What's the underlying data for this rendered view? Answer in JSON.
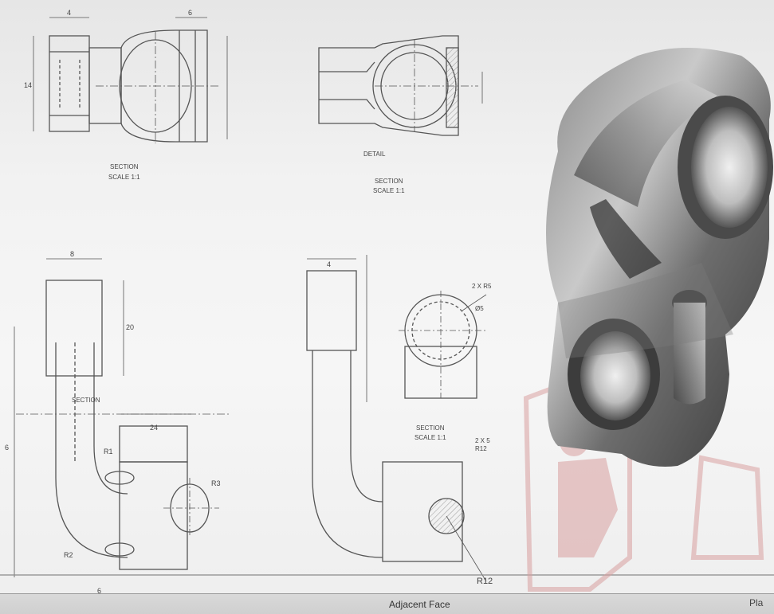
{
  "drawing": {
    "views": [
      {
        "caption_1": "SECTION",
        "caption_2": "SCALE 1:1"
      },
      {
        "label": "DETAIL",
        "caption_1": "SECTION",
        "caption_2": "SCALE 1:1"
      },
      {
        "caption_1": "SECTION",
        "caption_2": "SCALE 1:1"
      }
    ],
    "dimensions": {
      "d1": "4",
      "d2": "6",
      "d3": "14",
      "d4": "R2",
      "d5": "R1",
      "d6": "8",
      "d7": "24",
      "d8": "R3",
      "d9": "20",
      "d10": "6",
      "d11": "6",
      "d12": "2 X 5",
      "d13": "R12",
      "d14": "2 X R5",
      "d15": "Ø5"
    },
    "callout": "R12"
  },
  "footer": {
    "label": "Adjacent Face",
    "right": "Pla"
  },
  "colors": {
    "line": "#555555",
    "render_dark": "#3c3c3c",
    "render_light": "#d6d6d6",
    "watermark": "#d9a0a0"
  }
}
